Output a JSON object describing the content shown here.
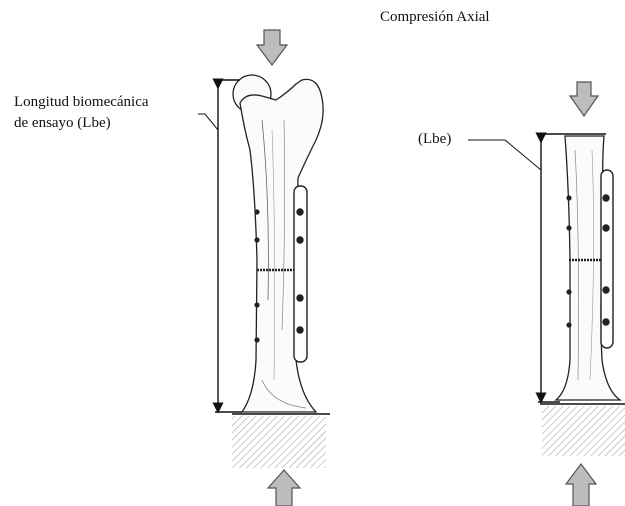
{
  "title": "Compresión Axial",
  "left_label_line1": "Longitud biomecánica",
  "left_label_line2": "de ensayo (Lbe)",
  "right_label": "(Lbe)",
  "colors": {
    "arrow_fill": "#bdbdbd",
    "arrow_stroke": "#555555",
    "line": "#111111",
    "hatch": "#9a9a9a"
  }
}
